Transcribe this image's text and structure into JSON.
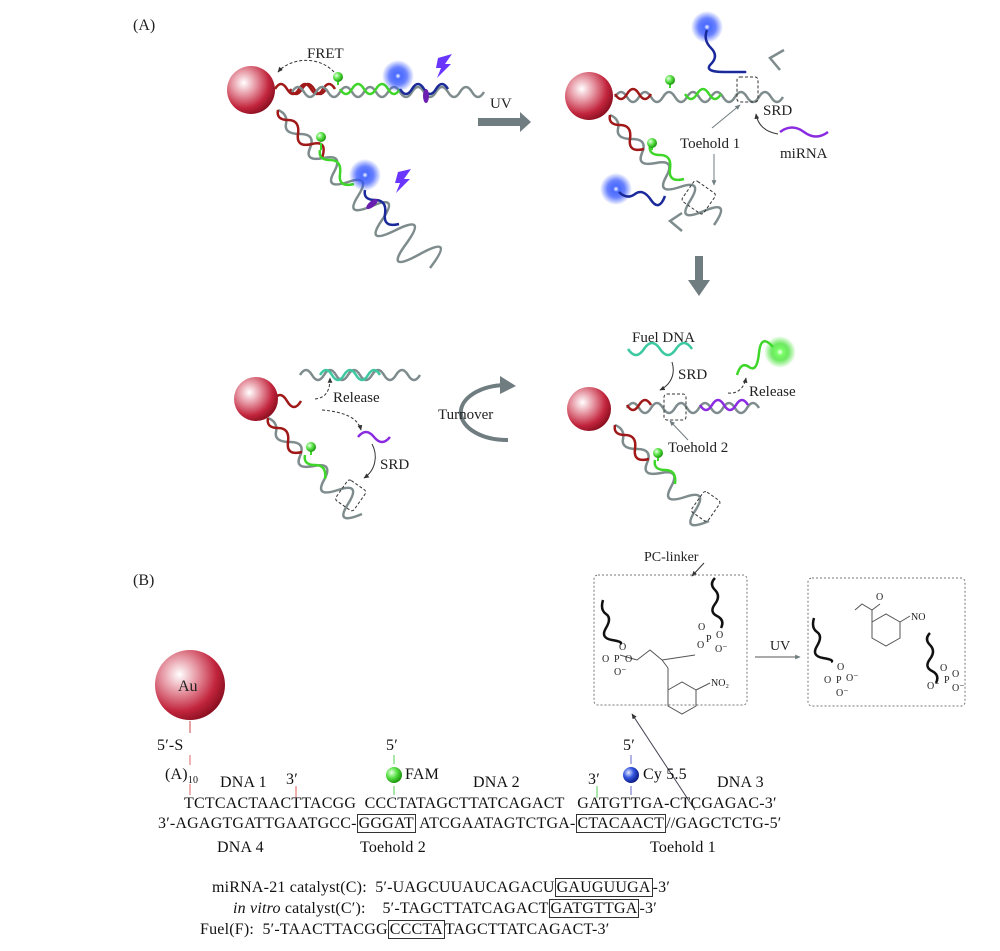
{
  "panel_a": {
    "label": "(A)",
    "fret": "FRET",
    "uv": "UV",
    "srd": "SRD",
    "mirna": "miRNA",
    "toehold1": "Toehold 1",
    "toehold2": "Toehold 2",
    "fuel_dna": "Fuel DNA",
    "release": "Release",
    "turnover": "Turnover"
  },
  "panel_b": {
    "label": "(B)",
    "au": "Au",
    "pc_linker": "PC-linker",
    "uv": "UV",
    "chem": {
      "o": "O",
      "p": "P",
      "o_minus": "O⁻",
      "no2": "NO₂",
      "no": "NO"
    },
    "duplex": {
      "five_s": "5′-S",
      "a10": "(A)",
      "a10_sub": "10",
      "dna1": "DNA 1",
      "dna2": "DNA 2",
      "dna3": "DNA 3",
      "dna4": "DNA 4",
      "three_prime": "3′",
      "five_prime": "5′",
      "fam": "FAM",
      "cy55": "Cy 5.5",
      "top_seg1": "TCTCACTAACTTACGG",
      "top_seg2": "CCCTATAGCTTATCAGACT",
      "top_seg3": "GATGTTGA-CTCGAGAC-3′",
      "bot_seg1": "3′-AGAGTGATTGAATGCC-",
      "bot_box1": "GGGAT",
      "bot_seg2": "ATCGAATAGTCTGA-",
      "bot_box2": "CTACAACT",
      "bot_seg3": "//GAGCTCTG-5′",
      "toehold2": "Toehold 2",
      "toehold1": "Toehold 1"
    },
    "sequences": [
      {
        "name": "miRNA-21 catalyst(C):",
        "prefix": "5′-UAGCUUAUCAGACU",
        "boxed": "GAUGUUGA",
        "suffix": "-3′"
      },
      {
        "name_italic": "in vitro",
        "name": " catalyst(C′):",
        "prefix": "5′-TAGCTTATCAGACT",
        "boxed": "GATGTTGA",
        "suffix": "-3′"
      },
      {
        "name": "Fuel(F):",
        "prefix": "5′-TAACTTACGG",
        "boxed": "CCCTA",
        "suffix": "TAGCTTATCAGACT-3′"
      }
    ]
  },
  "colors": {
    "au_red": "#b5172f",
    "dna_red": "#a01818",
    "dna_grey": "#7f8c8d",
    "dna_green": "#3fd62a",
    "dna_blue": "#1a2a9a",
    "mirna_purple": "#8a2be2",
    "fuel_teal": "#3cc8a0",
    "arrow_grey": "#6f7c80"
  }
}
